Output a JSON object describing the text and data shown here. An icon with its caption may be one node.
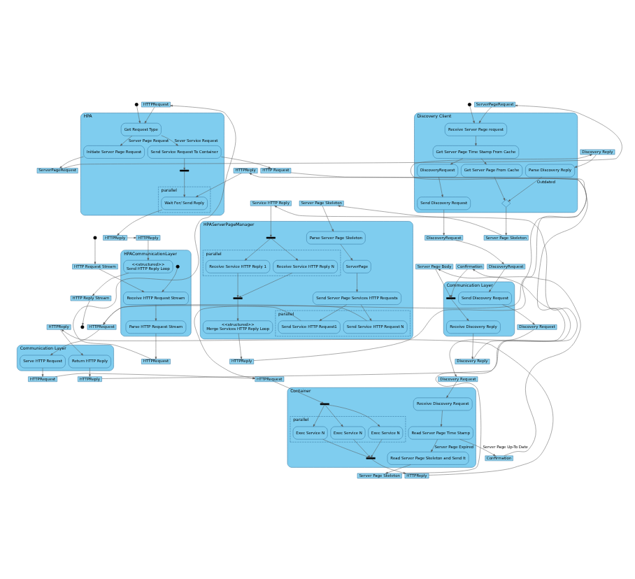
{
  "diagram": {
    "nodes": [
      {
        "text": [
          "HPA"
        ]
      },
      {
        "text": [],
        "shape": "circle"
      },
      {
        "text": [
          "Get Request Type"
        ],
        "in": 0
      },
      {
        "text": [
          "Initiate Server Page Request"
        ],
        "in": 0
      },
      {
        "text": [
          "Send Service Request To Container"
        ],
        "in": 0
      },
      {
        "text": [],
        "shape": "bar",
        "in": 0
      },
      {
        "text": [
          "parallel"
        ],
        "in": 0
      },
      {
        "text": [
          "Wait For/ Send Reply"
        ],
        "in": 6
      },
      {
        "text": [
          "HTTPRequest"
        ]
      },
      {
        "text": [
          "ServerPageRequest"
        ]
      },
      {
        "text": [
          "HTTP Request"
        ]
      },
      {
        "text": [
          "HTTPReply"
        ]
      },
      {
        "text": [
          "HTTPReply"
        ]
      },
      {
        "text": [
          "Discovery Client"
        ]
      },
      {
        "text": [],
        "shape": "circle"
      },
      {
        "text": [
          "Receive Server Page request"
        ],
        "in": 13
      },
      {
        "text": [
          "Get Server Page Time Stamp From Cache"
        ],
        "in": 13
      },
      {
        "text": [
          "DiscoveryRequest"
        ],
        "in": 13
      },
      {
        "text": [
          "Send Discovery Request"
        ],
        "in": 13
      },
      {
        "text": [
          "Get Server Page From Cache"
        ],
        "in": 13
      },
      {
        "text": [],
        "shape": "diamond",
        "in": 13
      },
      {
        "text": [
          "Parse Discovery Reply"
        ],
        "in": 13
      },
      {
        "text": [
          "ServerPageRequest"
        ]
      },
      {
        "text": [
          "DiscoveryRequest"
        ]
      },
      {
        "text": [
          "Server Page Skeleton"
        ]
      },
      {
        "text": [
          "Discovery Reply"
        ]
      },
      {
        "text": [
          "HPACommunicationLayer"
        ]
      },
      {
        "text": [],
        "shape": "circle",
        "in": 26
      },
      {
        "text": [
          "Receive HTTP Request Stream"
        ],
        "in": 26
      },
      {
        "text": [
          "Parse HTTP Request Stream"
        ],
        "in": 26
      },
      {
        "text": [
          "<<structured>>",
          "Send HTTP Reply Loop"
        ],
        "in": 26
      },
      {
        "text": [
          "HTTP Request Stream"
        ]
      },
      {
        "text": [
          "HTTPRequest"
        ]
      },
      {
        "text": [
          "HTTPReply"
        ]
      },
      {
        "text": [
          "HTTP Reply Stream"
        ]
      },
      {
        "text": [],
        "shape": "circle"
      },
      {
        "text": [],
        "shape": "circle"
      },
      {
        "text": [
          "HPAServerPageManager"
        ]
      },
      {
        "text": [
          "Parse Server Page Skeleton"
        ],
        "in": 37
      },
      {
        "text": [
          "ServerPage"
        ],
        "in": 37
      },
      {
        "text": [
          "Send Server Page Services HTTP Requests"
        ],
        "in": 37
      },
      {
        "text": [
          "parallel"
        ],
        "in": 37
      },
      {
        "text": [
          "Send Service HTTP Request1"
        ],
        "in": 41
      },
      {
        "text": [
          "Send Service HTTP Request N"
        ],
        "in": 41
      },
      {
        "text": [
          "<<structured>>",
          "Merge Services HTTP Reply Loop"
        ],
        "in": 37
      },
      {
        "text": [],
        "shape": "bar",
        "in": 37
      },
      {
        "text": [],
        "shape": "bar",
        "in": 37
      },
      {
        "text": [
          "parallel"
        ],
        "in": 37
      },
      {
        "text": [
          "Receive Service HTTP Reply 1"
        ],
        "in": 47
      },
      {
        "text": [
          "Receive Service HTTP Reply N"
        ],
        "in": 47
      },
      {
        "text": [
          "Server Page Skeleton"
        ]
      },
      {
        "text": [
          "HTTPReply"
        ]
      },
      {
        "text": [
          "Service HTTP Reply"
        ]
      },
      {
        "text": [
          "Communication Layer"
        ]
      },
      {
        "text": [
          "Serve HTTP Request"
        ],
        "in": 53
      },
      {
        "text": [
          "Return HTTP Reply"
        ],
        "in": 53
      },
      {
        "text": [
          "HTTPRequest"
        ]
      },
      {
        "text": [
          "HTTPReply"
        ]
      },
      {
        "text": [
          "HTTPReply"
        ]
      },
      {
        "text": [
          "HTTPRequest"
        ]
      },
      {
        "text": [
          "Container"
        ]
      },
      {
        "text": [
          "Receive Discovery Request"
        ],
        "in": 60
      },
      {
        "text": [
          "Read Server Page Time Stamp"
        ],
        "in": 60
      },
      {
        "text": [
          "Read Server Page Skeleton and Send It"
        ],
        "in": 60
      },
      {
        "text": [],
        "shape": "bar",
        "in": 60
      },
      {
        "text": [
          "parallel"
        ],
        "in": 60
      },
      {
        "text": [
          "Exec Service N"
        ],
        "in": 65
      },
      {
        "text": [
          "Exec Service N"
        ],
        "in": 65
      },
      {
        "text": [
          "Exec Service N"
        ],
        "in": 65
      },
      {
        "text": [],
        "shape": "bar",
        "in": 60
      },
      {
        "text": [
          "HTTPRequest"
        ]
      },
      {
        "text": [
          "Discovery Request"
        ]
      },
      {
        "text": [
          "Confirmation"
        ]
      },
      {
        "text": [
          "HTTPReply"
        ]
      },
      {
        "text": [
          "Server Page Skeleton"
        ]
      },
      {
        "text": [
          "Communication Layer"
        ]
      },
      {
        "text": [
          "Send Discovery Request"
        ],
        "in": 75
      },
      {
        "text": [
          "Receive Discovery Reply"
        ],
        "in": 75
      },
      {
        "text": [],
        "shape": "bar",
        "in": 75
      },
      {
        "text": [
          "DiscoveryRequest"
        ]
      },
      {
        "text": [
          "Confirmation"
        ]
      },
      {
        "text": [
          "Server Page Body"
        ]
      },
      {
        "text": [
          "Discovery Request"
        ]
      },
      {
        "text": [
          "Discovery Reply"
        ]
      }
    ],
    "edges": [
      {
        "from": 1,
        "to": 2,
        "arrow": "to"
      },
      {
        "from": 8,
        "to": 2,
        "arrow": "to"
      },
      {
        "from": 2,
        "to": 3,
        "arrow": "to",
        "label": "Server Page Request"
      },
      {
        "from": 2,
        "to": 4,
        "arrow": "to",
        "label": "Sever Service Request"
      },
      {
        "from": 3,
        "to": 9,
        "arrow": "to"
      },
      {
        "from": 4,
        "to": 10,
        "arrow": "to"
      },
      {
        "from": 4,
        "to": 5,
        "arrow": "to"
      },
      {
        "from": 5,
        "to": 7,
        "arrow": "to"
      },
      {
        "from": 12,
        "to": 7,
        "arrow": "to"
      },
      {
        "from": 7,
        "to": 11,
        "arrow": "to"
      },
      {
        "from": 9,
        "to": 22,
        "arrow": "to"
      },
      {
        "from": 14,
        "to": 15,
        "arrow": "to"
      },
      {
        "from": 22,
        "to": 15,
        "arrow": "to"
      },
      {
        "from": 15,
        "to": 16,
        "arrow": "to"
      },
      {
        "from": 16,
        "to": 17,
        "arrow": "to"
      },
      {
        "from": 17,
        "to": 18,
        "arrow": "to"
      },
      {
        "from": 18,
        "to": 23,
        "arrow": "to"
      },
      {
        "from": 16,
        "to": 19,
        "arrow": "to"
      },
      {
        "from": 19,
        "to": 20,
        "arrow": "to"
      },
      {
        "from": 20,
        "to": 24,
        "arrow": "to"
      },
      {
        "from": 25,
        "to": 21,
        "arrow": "to"
      },
      {
        "from": 21,
        "to": 20,
        "arrow": "to",
        "label": "Outdated"
      },
      {
        "from": 23,
        "to": 79,
        "arrow": "to"
      },
      {
        "from": 35,
        "to": 31,
        "arrow": "to"
      },
      {
        "from": 27,
        "to": 28,
        "arrow": "to"
      },
      {
        "from": 31,
        "to": 28,
        "arrow": "to"
      },
      {
        "from": 28,
        "to": 29,
        "arrow": "to"
      },
      {
        "from": 29,
        "to": 32,
        "arrow": "to"
      },
      {
        "from": 32,
        "to": 8,
        "arrow": "to"
      },
      {
        "from": 11,
        "to": 33,
        "arrow": "to"
      },
      {
        "from": 33,
        "to": 30,
        "arrow": "to"
      },
      {
        "from": 30,
        "to": 34,
        "arrow": "to"
      },
      {
        "from": 34,
        "to": 36,
        "arrow": "to"
      },
      {
        "from": 24,
        "to": 50,
        "arrow": "to"
      },
      {
        "from": 50,
        "to": 38,
        "arrow": "to"
      },
      {
        "from": 38,
        "to": 39,
        "arrow": "to"
      },
      {
        "from": 39,
        "to": 40,
        "arrow": "to"
      },
      {
        "from": 40,
        "to": 42,
        "arrow": "to"
      },
      {
        "from": 40,
        "to": 43,
        "arrow": "to"
      },
      {
        "from": 42,
        "to": 56,
        "arrow": "to"
      },
      {
        "from": 43,
        "to": 56,
        "arrow": "to"
      },
      {
        "from": 52,
        "to": 45,
        "arrow": "to"
      },
      {
        "from": 45,
        "to": 48,
        "arrow": "to"
      },
      {
        "from": 45,
        "to": 49,
        "arrow": "to"
      },
      {
        "from": 48,
        "to": 46,
        "arrow": "to"
      },
      {
        "from": 49,
        "to": 46,
        "arrow": "to"
      },
      {
        "from": 46,
        "to": 44,
        "arrow": "to"
      },
      {
        "from": 44,
        "to": 51,
        "arrow": "to"
      },
      {
        "from": 51,
        "to": 12,
        "arrow": "to"
      },
      {
        "from": 56,
        "to": 54,
        "arrow": "to"
      },
      {
        "from": 54,
        "to": 59,
        "arrow": "to"
      },
      {
        "from": 10,
        "to": 70,
        "arrow": "to"
      },
      {
        "from": 59,
        "to": 70,
        "arrow": "to"
      },
      {
        "from": 70,
        "to": 64,
        "arrow": "to"
      },
      {
        "from": 64,
        "to": 66,
        "arrow": "to"
      },
      {
        "from": 64,
        "to": 67,
        "arrow": "to"
      },
      {
        "from": 64,
        "to": 68,
        "arrow": "to"
      },
      {
        "from": 66,
        "to": 69,
        "arrow": "to"
      },
      {
        "from": 67,
        "to": 69,
        "arrow": "to"
      },
      {
        "from": 68,
        "to": 69,
        "arrow": "to"
      },
      {
        "from": 69,
        "to": 73,
        "arrow": "to"
      },
      {
        "from": 73,
        "to": 58,
        "arrow": "to"
      },
      {
        "from": 58,
        "to": 55,
        "arrow": "to"
      },
      {
        "from": 55,
        "to": 57,
        "arrow": "to"
      },
      {
        "from": 57,
        "to": 52,
        "arrow": "to"
      },
      {
        "from": 79,
        "to": 76,
        "arrow": "to"
      },
      {
        "from": 76,
        "to": 82,
        "arrow": "to"
      },
      {
        "from": 82,
        "to": 71,
        "arrow": "to"
      },
      {
        "from": 71,
        "to": 61,
        "arrow": "to"
      },
      {
        "from": 61,
        "to": 62,
        "arrow": "to"
      },
      {
        "from": 62,
        "to": 72,
        "arrow": "to",
        "label": "Server Page Up-To Date"
      },
      {
        "from": 62,
        "to": 63,
        "arrow": "to",
        "label": "Server Page Expired"
      },
      {
        "from": 63,
        "to": 74,
        "arrow": "to"
      },
      {
        "from": 72,
        "to": 80,
        "arrow": "to"
      },
      {
        "from": 74,
        "to": 81,
        "arrow": "to"
      },
      {
        "from": 80,
        "to": 78,
        "arrow": "to"
      },
      {
        "from": 81,
        "to": 78,
        "arrow": "to"
      },
      {
        "from": 78,
        "to": 77,
        "arrow": "to"
      },
      {
        "from": 77,
        "to": 83,
        "arrow": "to"
      },
      {
        "from": 83,
        "to": 25,
        "arrow": "to"
      }
    ]
  }
}
